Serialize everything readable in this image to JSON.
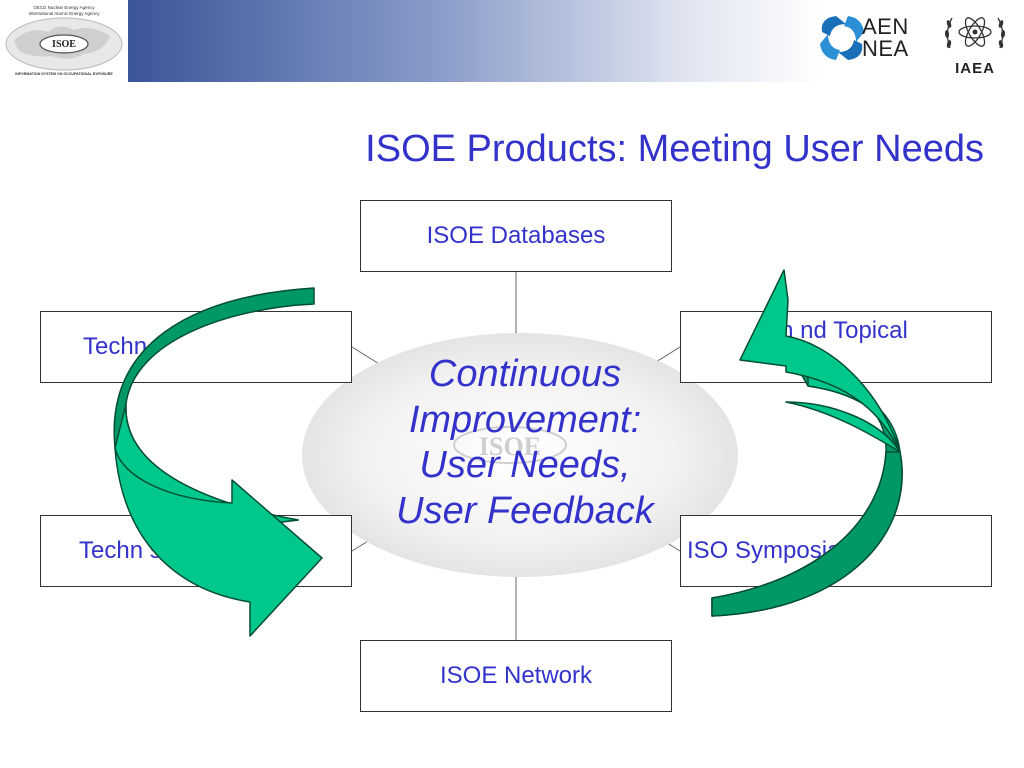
{
  "header": {
    "isoe_logo": {
      "agency_line1": "OECD Nuclear Energy Agency",
      "agency_line2": "International Atomic Energy Agency",
      "wordmark": "ISOE",
      "footer": "INFORMATION SYSTEM ON OCCUPATIONAL EXPOSURE"
    },
    "nea_logo": {
      "line1": "AEN",
      "line2": "NEA"
    },
    "iaea_logo": {
      "label": "IAEA"
    }
  },
  "slide": {
    "title": "ISOE Products: Meeting User Needs"
  },
  "diagram": {
    "boxes": {
      "top": "ISOE Databases",
      "middle_left": "Techn",
      "middle_right": "An    nd Topical",
      "bottom_left": "Techn              s",
      "bottom_right": "ISO                 Symposia",
      "bottom": "ISOE Network"
    },
    "center": {
      "watermark": "ISOE",
      "lines": [
        "Continuous",
        "Improvement:",
        "User Needs,",
        "User Feedback"
      ]
    }
  },
  "colors": {
    "text_blue": "#3333cc",
    "arrow_light": "#00c88c",
    "arrow_dark": "#009966",
    "header_band": "#3a5599"
  }
}
